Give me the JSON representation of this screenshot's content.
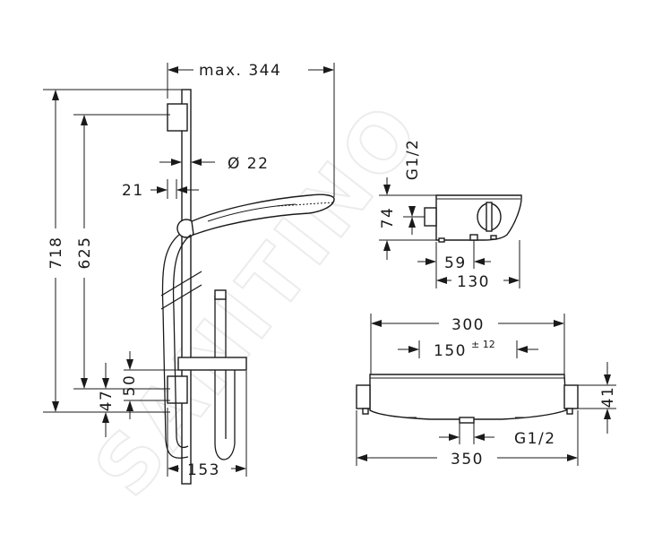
{
  "watermark": "SANITINO",
  "shower_set": {
    "dim_max_width": "max. 344",
    "dim_total_height": "718",
    "dim_rail_height": "625",
    "dim_diameter": "Ø 22",
    "dim_wall_offset": "21",
    "dim_holder_height": "50",
    "dim_bottom_offset": "47",
    "dim_base_width": "153"
  },
  "thermostat_side": {
    "dim_connection": "G1/2",
    "dim_height": "74",
    "dim_depth_small": "59",
    "dim_depth": "130"
  },
  "thermostat_front": {
    "dim_inner_width": "300",
    "dim_spacing": "150",
    "dim_spacing_tolerance": "± 12",
    "dim_height": "41",
    "dim_outlet": "G1/2",
    "dim_total_width": "350"
  }
}
